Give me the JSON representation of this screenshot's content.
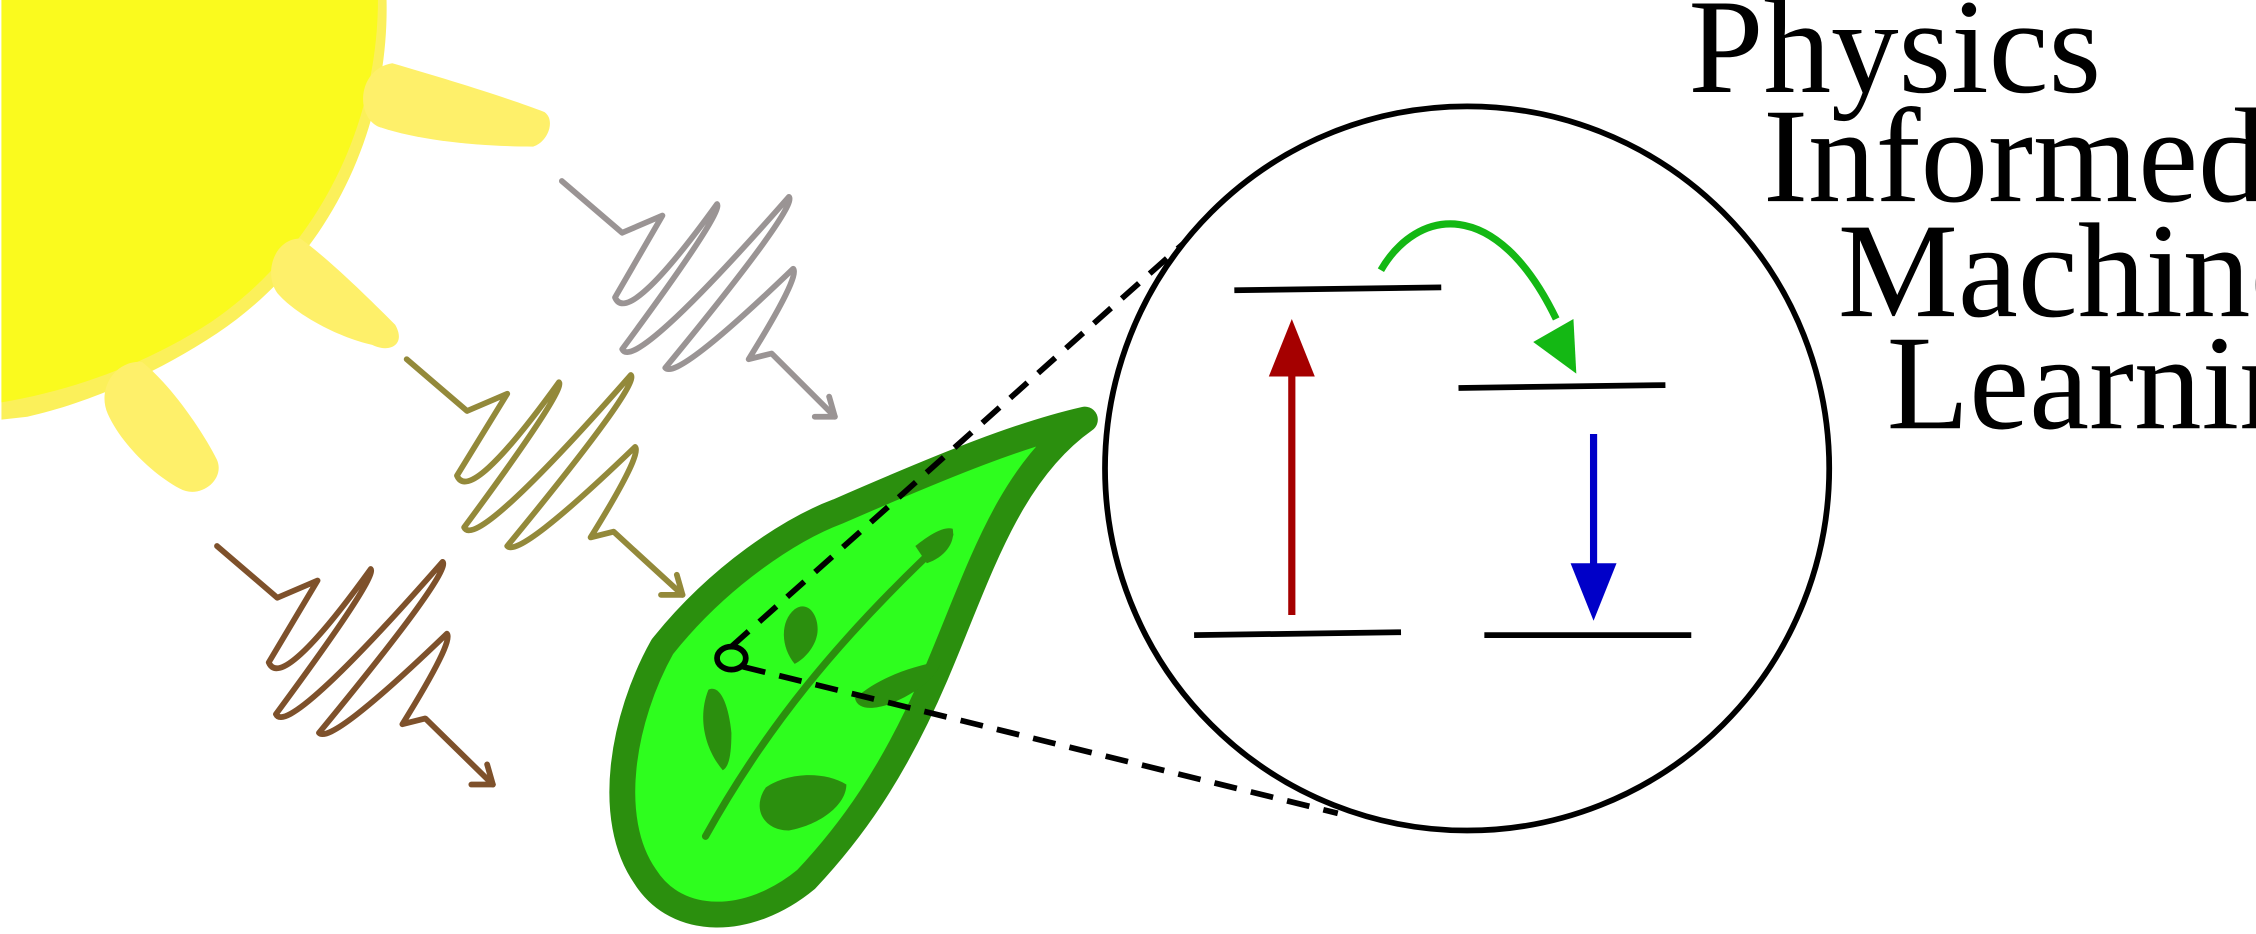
{
  "title_lines": [
    "Physics",
    "Informed",
    "Machine",
    "Learning"
  ],
  "colors": {
    "sun_core": "#fafa1e",
    "sun_rim": "#fbf05a",
    "sun_ray": "#fef06a",
    "wave_gray": "#9a9494",
    "wave_olive": "#93893a",
    "wave_brown": "#7e512b",
    "leaf_fill": "#2efe1e",
    "leaf_outline": "#2b8f0e",
    "chloroplast": "#2b8f0e",
    "absorption_arrow": "#a50000",
    "transfer_arrow": "#14b814",
    "emission_arrow": "#0000c8",
    "energy_level": "#000000"
  },
  "icons": {
    "sun": "sun-icon",
    "leaf": "leaf-icon",
    "magnifier": "magnifier-circle-icon"
  }
}
